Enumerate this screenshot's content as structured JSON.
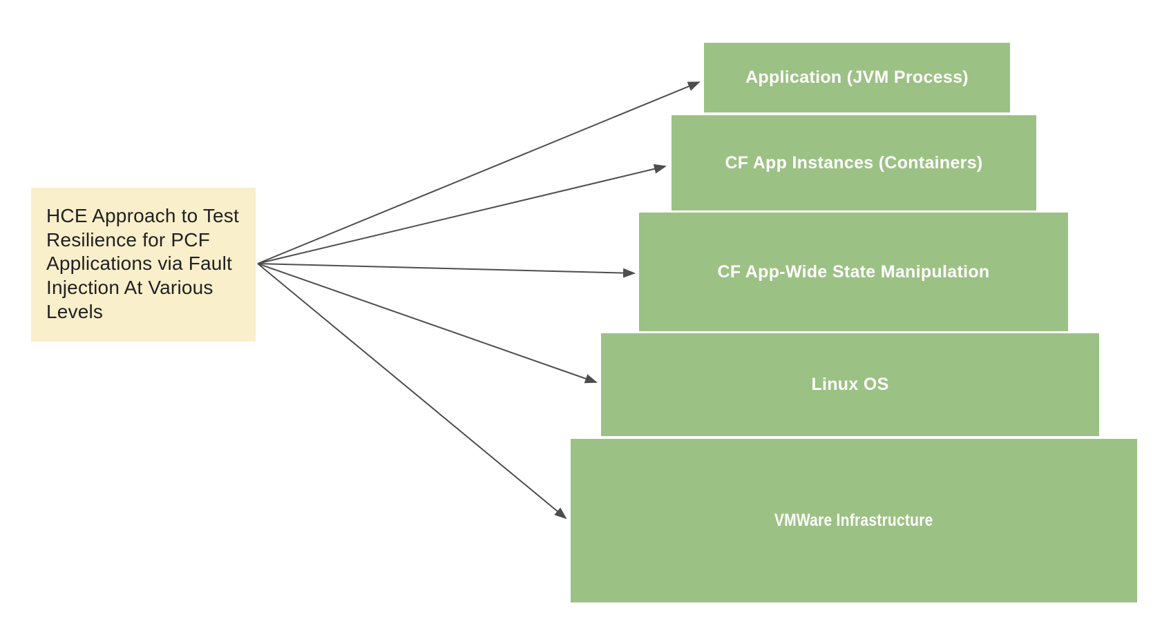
{
  "diagram": {
    "source": {
      "label": "HCE Approach to Test Resilience for PCF Applications via Fault Injection At Various Levels"
    },
    "levels": [
      {
        "label": "Application (JVM Process)"
      },
      {
        "label": "CF App Instances (Containers)"
      },
      {
        "label": "CF App-Wide State Manipulation"
      },
      {
        "label": "Linux OS"
      },
      {
        "label": "VMWare Infrastructure"
      }
    ],
    "colors": {
      "background": "#FFFFFF",
      "source_bg": "#F9EFCB",
      "source_text": "#212121",
      "level_bg": "#9CC184",
      "level_text": "#FFFFFF",
      "arrow": "#4D4D4D"
    }
  }
}
